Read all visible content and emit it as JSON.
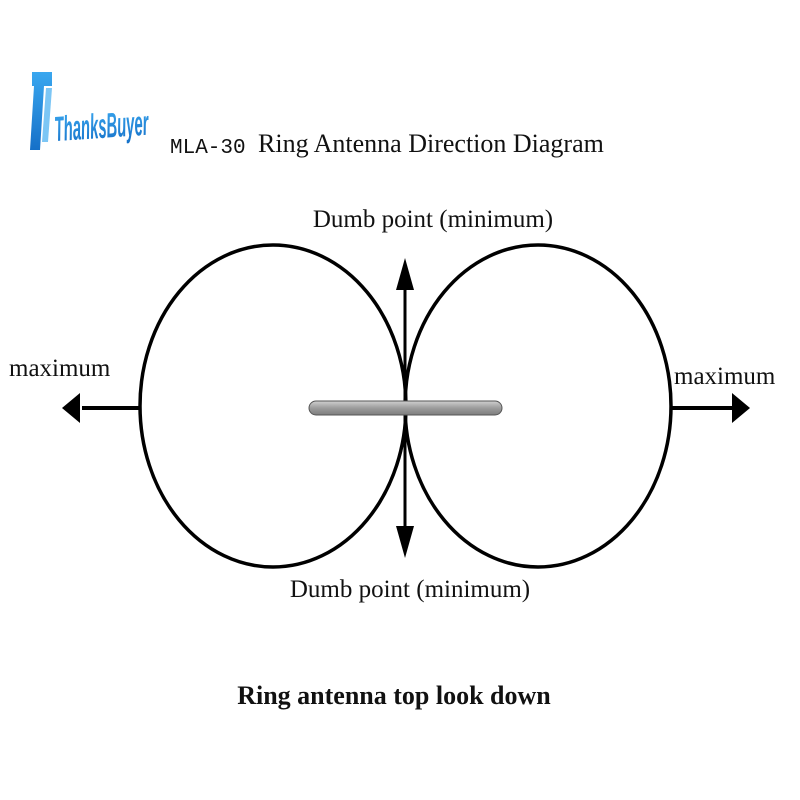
{
  "logo": {
    "brand_text": "ThanksBuyer",
    "color": "#1f8fe0"
  },
  "header": {
    "model": "MLA-30",
    "title": "Ring Antenna Direction Diagram"
  },
  "diagram": {
    "label_top": "Dumb point (minimum)",
    "label_bottom": "Dumb point (minimum)",
    "label_left": "maximum",
    "label_right": "maximum",
    "antenna_color": "#a6a6a6",
    "line_color": "#000000"
  },
  "caption": "Ring antenna top look down"
}
